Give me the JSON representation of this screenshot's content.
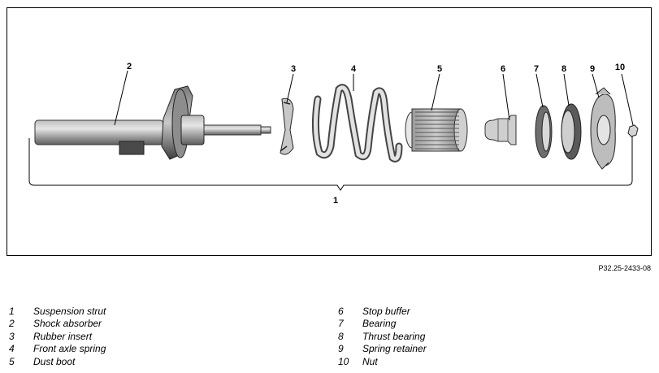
{
  "figure": {
    "callouts": {
      "c1": "1",
      "c2": "2",
      "c3": "3",
      "c4": "4",
      "c5": "5",
      "c6": "6",
      "c7": "7",
      "c8": "8",
      "c9": "9",
      "c10": "10"
    },
    "reference_code": "P32.25-2433-08"
  },
  "legend": {
    "left": [
      {
        "num": "1",
        "text": "Suspension strut"
      },
      {
        "num": "2",
        "text": "Shock absorber"
      },
      {
        "num": "3",
        "text": "Rubber insert"
      },
      {
        "num": "4",
        "text": "Front axle spring"
      },
      {
        "num": "5",
        "text": "Dust boot"
      }
    ],
    "right": [
      {
        "num": "6",
        "text": "Stop buffer"
      },
      {
        "num": "7",
        "text": "Bearing"
      },
      {
        "num": "8",
        "text": "Thrust bearing"
      },
      {
        "num": "9",
        "text": "Spring retainer"
      },
      {
        "num": "10",
        "text": "Nut"
      }
    ]
  }
}
